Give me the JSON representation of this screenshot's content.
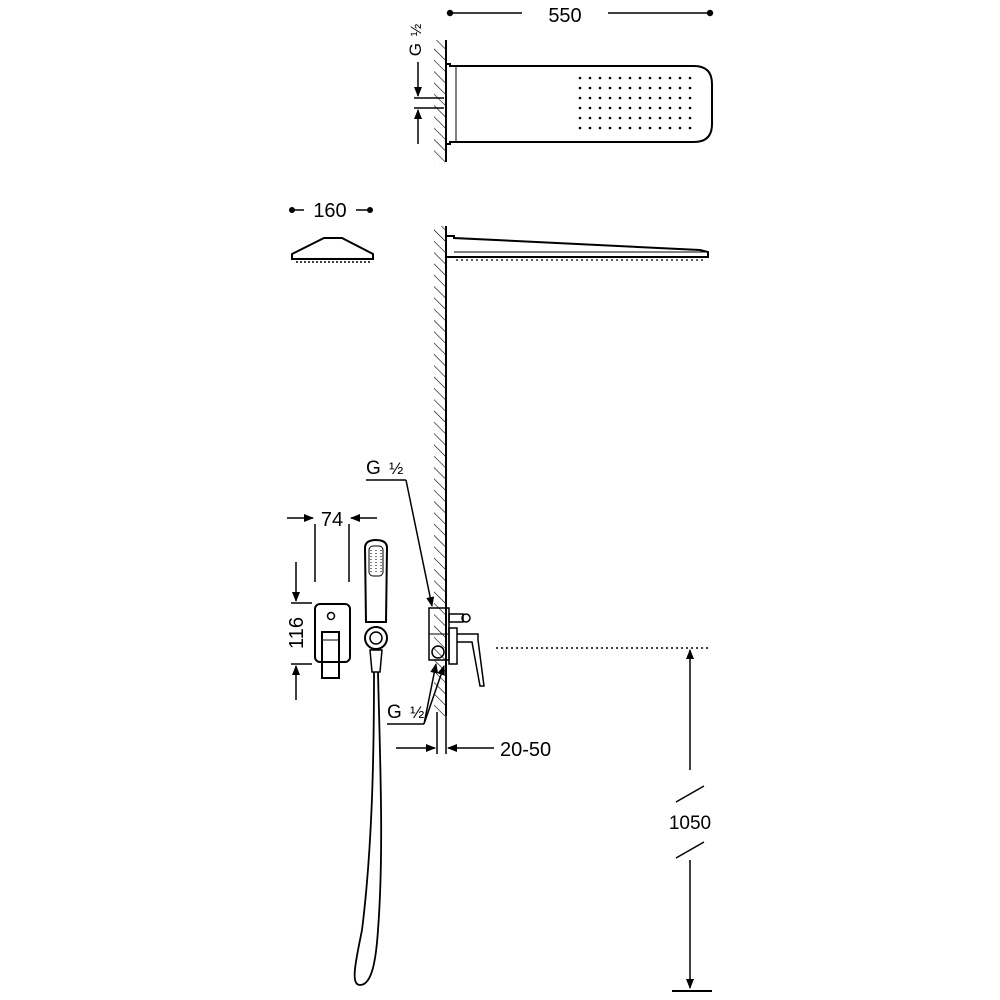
{
  "dimensions": {
    "overall_width": "550",
    "head_thickness": "160",
    "mixer_plate_width": "74",
    "mixer_plate_height": "116",
    "wall_depth": "20-50",
    "mixer_height": "1050"
  },
  "threads": {
    "head_inlet": "G",
    "head_inlet_frac": "½",
    "mixer_inlet": "G",
    "mixer_inlet_frac": "½",
    "mixer_outlet": "G",
    "mixer_outlet_frac": "½"
  }
}
